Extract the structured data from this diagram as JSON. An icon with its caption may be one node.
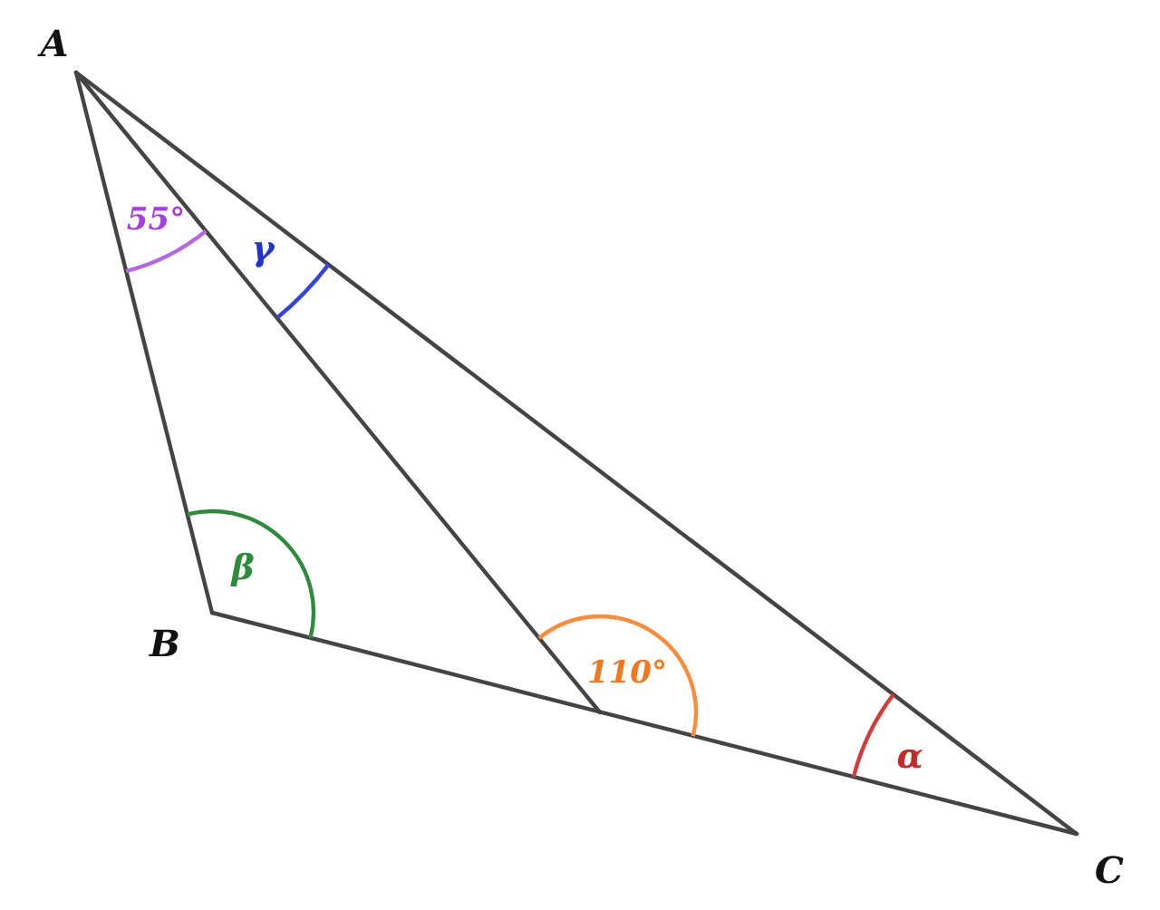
{
  "diagram": {
    "labels": [
      "A",
      "55°",
      "γ",
      "β",
      "B",
      "110°",
      "α",
      "C"
    ]
  }
}
